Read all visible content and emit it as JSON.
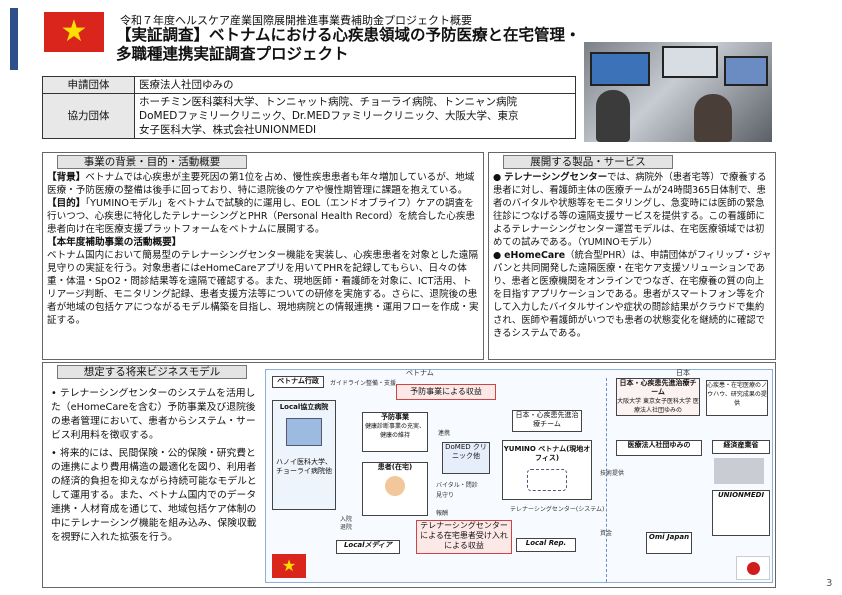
{
  "header": {
    "pretitle": "令和７年度ヘルスケア産業国際展開推進事業費補助金プロジェクト概要",
    "title_line1": "【実証調査】ベトナムにおける心疾患領域の予防医療と在宅管理・",
    "title_line2": "多職種連携実証調査プロジェクト"
  },
  "info_table": {
    "rows": [
      {
        "key": "申請団体",
        "value": "医療法人社団ゆみの"
      },
      {
        "key": "協力団体",
        "value_lines": [
          "ホーチミン医科薬科大学、トンニャット病院、チョーライ病院、トンニャン病院",
          "DoMEDファミリークリニック、Dr.MEDファミリークリニック、大阪大学、東京",
          "女子医科大学、株式会社UNIONMEDI"
        ]
      }
    ]
  },
  "background_section": {
    "heading": "事業の背景・目的・活動概要",
    "bg_label": "【背景】",
    "bg_text": "ベトナムでは心疾患が主要死因の第1位を占め、慢性疾患患者も年々増加しているが、地域医療・予防医療の整備は後手に回っており、特に退院後のケアや慢性期管理に課題を抱えている。",
    "purpose_label": "【目的】",
    "purpose_text": "「YUMINOモデル」をベトナムで試験的に運用し、EOL（エンドオブライフ）ケアの調査を行いつつ、心疾患に特化したテレナーシングとPHR（Personal Health Record）を統合した心疾患患者向け在宅医療支援プラットフォームをベトナムに展開する。",
    "activity_label": "【本年度補助事業の活動概要】",
    "activity_text": "ベトナム国内において簡易型のテレナーシングセンター機能を実装し、心疾患患者を対象とした遠隔見守りの実証を行う。対象患者にはeHomeCareアプリを用いてPHRを記録してもらい、日々の体重・体温・SpO2・問診結果等を遠隔で確認する。また、現地医師・看護師を対象に、ICT活用、トリアージ判断、モニタリング記録、患者支援方法等についての研修を実施する。さらに、退院後の患者が地域の包括ケアにつながるモデル構築を目指し、現地病院との情報連携・運用フローを作成・実証する。"
  },
  "products_section": {
    "heading": "展開する製品・サービス",
    "items": [
      {
        "name": "テレナーシングセンター",
        "text": "では、病院外（患者宅等）で療養する患者に対し、看護師主体の医療チームが24時間365日体制で、患者のバイタルや状態等をモニタリングし、急変時には医師の緊急往診につなげる等の遠隔支援サービスを提供する。この看護師によるテレナーシングセンター運営モデルは、在宅医療領域では初めての試みである。（YUMINOモデル）"
      },
      {
        "name": "eHomeCare",
        "text": "（統合型PHR）は、申請団体がフィリップ・ジャパンと共同開発した遠隔医療・在宅ケア支援ソリューションであり、患者と医療機関をオンラインでつなぎ、在宅療養の質の向上を目指すアプリケーションである。患者がスマートフォン等を介して入力したバイタルサインや症状の問診結果がクラウドで集約され、医師や看護師がいつでも患者の状態変化を継続的に確認できるシステムである。"
      }
    ]
  },
  "business_model": {
    "heading": "想定する将来ビジネスモデル",
    "bullets": [
      "テレナーシングセンターのシステムを活用した（eHomeCareを含む）予防事業及び退院後の患者管理において、患者からシステム・サービス利用料を徴収する。",
      "将来的には、民間保険・公的保険・研究費との連携により費用構造の最適化を図り、利用者の経済的負担を抑えながら持続可能なモデルとして運用する。また、ベトナム国内でのデータ連携・人材育成を通じて、地域包括ケア体制の中にテレナーシング機能を組み込み、保険収載を視野に入れた拡張を行う。"
    ]
  },
  "diagram": {
    "vn_label": "ベトナム",
    "jp_label": "日本",
    "boxes": {
      "vn_gov": "ベトナム行政",
      "local_hospital": "Local協立病院",
      "hmu": "ハノイ医科大学、チョーライ病院他",
      "prevention": "予防事業",
      "prevention_sub": "健康診断事業の充実、健康の維持",
      "patient": "患者(在宅)",
      "domed": "DoMED クリニック他",
      "jp_team": "日本・心疾患先進治療チーム",
      "yumino_vn": "YUMINO ベトナム(現地オフィス)",
      "local_rep": "Local Rep.",
      "local_media": "Localメディア",
      "jp_univ_team": "日本・心疾患先進治療チーム",
      "osaka": "大阪大学 東京女子医科大学 医療法人社団ゆみの",
      "yumino": "医療法人社団ゆみの",
      "econ": "経済産業省",
      "unionmedi": "UNIONMEDI",
      "omi": "Omi Japan",
      "tele_center": "テレナーシングセンター(システム)"
    },
    "callouts": {
      "prevention_revenue": "予防事業による収益",
      "tele_revenue": "テレナーシングセンターによる在宅患者受け入れによる収益"
    },
    "notes": {
      "vn_gov_note": "ガイドライン整備・支援",
      "jp_note": "心疾患・在宅医療のノウハウ、研究成果の提供",
      "arrow1": "連携",
      "arrow2": "入院",
      "arrow3": "退院",
      "arrow4": "バイタル・問診",
      "arrow5": "見守り",
      "arrow6": "報酬",
      "arrow7": "技術提供",
      "arrow8": "資金"
    }
  },
  "page_number": "3",
  "colors": {
    "accent": "#2e4f8a",
    "flag_red": "#da251d",
    "flag_star": "#ffde00",
    "diagram_border": "#8db0d6",
    "callout": "#c44444"
  }
}
